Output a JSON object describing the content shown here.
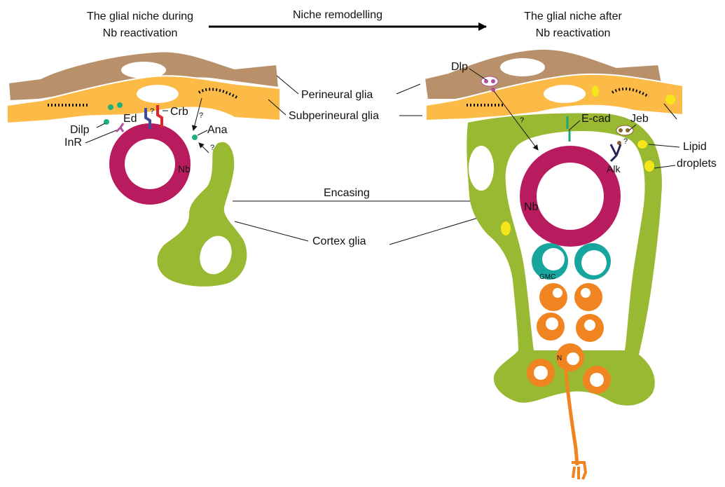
{
  "titles": {
    "left_line1": "The glial niche during",
    "left_line2": "Nb reactivation",
    "middle": "Niche remodelling",
    "right_line1": "The glial niche after",
    "right_line2": "Nb reactivation"
  },
  "labels": {
    "perineural": "Perineural glia",
    "subperineural": "Subperineural glia",
    "cortex": "Cortex glia",
    "encasing": "Encasing",
    "lipid1": "Lipid",
    "lipid2": "droplets",
    "dilp": "Dilp",
    "inr": "InR",
    "ed": "Ed",
    "crb": "Crb",
    "ana": "Ana",
    "nb": "Nb",
    "dlp": "Dlp",
    "ecad": "E-cad",
    "jeb": "Jeb",
    "alk": "Alk",
    "gmc": "GMC",
    "n": "N",
    "q": "?"
  },
  "colors": {
    "perineural": "#b8906a",
    "subperineural": "#fcbb47",
    "cortex": "#9ab932",
    "nb": "#b81c5e",
    "gmc": "#16a69e",
    "neuron": "#f08420",
    "lipid": "#f4e61a",
    "dilp": "#22b07a",
    "inr": "#b34f9d",
    "ed": "#3e4c9e",
    "crb": "#e2232a",
    "ecad": "#1fa57a",
    "alk": "#23235a",
    "jeb": "#8b6334",
    "dlp": "#b34f9d"
  }
}
